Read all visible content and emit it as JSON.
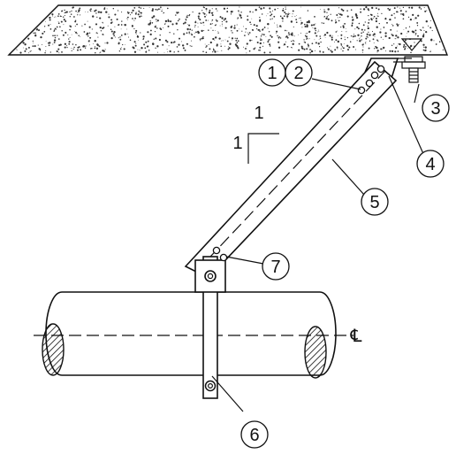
{
  "callouts": [
    {
      "id": "1",
      "label": "1"
    },
    {
      "id": "2",
      "label": "2"
    },
    {
      "id": "3",
      "label": "3"
    },
    {
      "id": "4",
      "label": "4"
    },
    {
      "id": "5",
      "label": "5"
    },
    {
      "id": "6",
      "label": "6"
    },
    {
      "id": "7",
      "label": "7"
    }
  ],
  "slope": {
    "rise": "1",
    "run": "1"
  },
  "centerline_symbol": "℄",
  "colors": {
    "line": "#111111",
    "concrete_speckle": "#333333",
    "background": "#ffffff"
  }
}
